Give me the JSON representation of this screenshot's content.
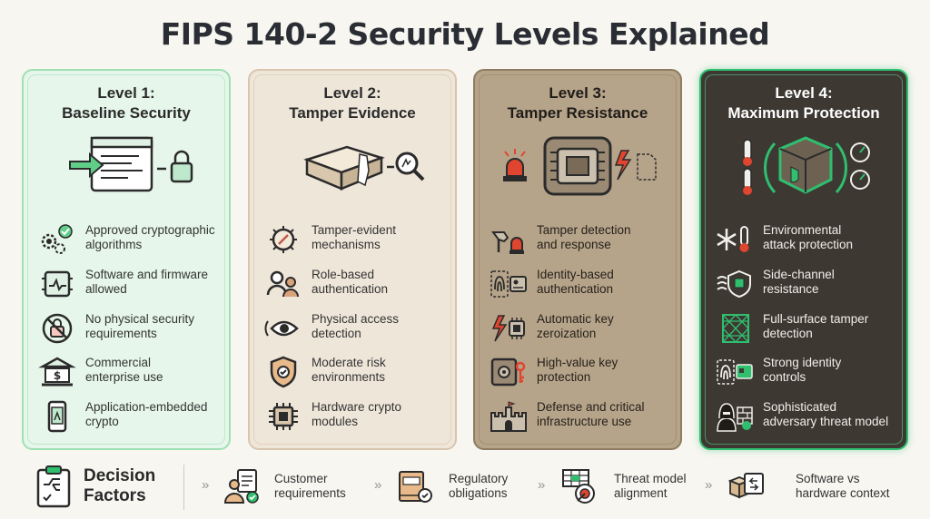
{
  "title": "FIPS 140-2 Security Levels Explained",
  "levels": [
    {
      "heading": "Level 1:",
      "subheading": "Baseline Security",
      "items": [
        {
          "text1": "Approved cryptographic",
          "text2": "algorithms",
          "icon": "gears-check-icon"
        },
        {
          "text1": "Software and firmware",
          "text2": "allowed",
          "icon": "chip-icon"
        },
        {
          "text1": "No physical security",
          "text2": "requirements",
          "icon": "no-lock-icon"
        },
        {
          "text1": "Commercial",
          "text2": "enterprise use",
          "icon": "bank-icon"
        },
        {
          "text1": "Application-embedded",
          "text2": "crypto",
          "icon": "phone-icon"
        }
      ]
    },
    {
      "heading": "Level 2:",
      "subheading": "Tamper Evidence",
      "items": [
        {
          "text1": "Tamper-evident",
          "text2": "mechanisms",
          "icon": "seal-icon"
        },
        {
          "text1": "Role-based",
          "text2": "authentication",
          "icon": "users-icon"
        },
        {
          "text1": "Physical access",
          "text2": "detection",
          "icon": "eye-icon"
        },
        {
          "text1": "Moderate risk",
          "text2": "environments",
          "icon": "shield-icon"
        },
        {
          "text1": "Hardware crypto",
          "text2": "modules",
          "icon": "hardware-chip-icon"
        }
      ]
    },
    {
      "heading": "Level 3:",
      "subheading": "Tamper Resistance",
      "items": [
        {
          "text1": "Tamper detection",
          "text2": "and response",
          "icon": "alarm-icon"
        },
        {
          "text1": "Identity-based",
          "text2": "authentication",
          "icon": "fingerprint-icon"
        },
        {
          "text1": "Automatic key",
          "text2": "zeroization",
          "icon": "key-zeroize-icon"
        },
        {
          "text1": "High-value key",
          "text2": "protection",
          "icon": "safe-icon"
        },
        {
          "text1": "Defense and critical",
          "text2": "infrastructure use",
          "icon": "castle-icon"
        }
      ]
    },
    {
      "heading": "Level 4:",
      "subheading": "Maximum Protection",
      "items": [
        {
          "text1": "Environmental",
          "text2": "attack protection",
          "icon": "snowflake-icon"
        },
        {
          "text1": "Side-channel",
          "text2": "resistance",
          "icon": "signal-chip-icon"
        },
        {
          "text1": "Full-surface tamper",
          "text2": "detection",
          "icon": "mesh-icon"
        },
        {
          "text1": "Strong identity",
          "text2": "controls",
          "icon": "identity-icon"
        },
        {
          "text1": "Sophisticated",
          "text2": "adversary threat model",
          "icon": "hacker-icon"
        }
      ]
    }
  ],
  "footer": {
    "label1": "Decision",
    "label2": "Factors",
    "items": [
      {
        "text1": "Customer",
        "text2": "requirements",
        "icon": "customer-icon"
      },
      {
        "text1": "Regulatory",
        "text2": "obligations",
        "icon": "law-book-icon"
      },
      {
        "text1": "Threat model",
        "text2": "alignment",
        "icon": "target-icon"
      },
      {
        "text1": "Software vs",
        "text2": "hardware context",
        "icon": "box-screen-icon"
      }
    ],
    "chevron": "»"
  },
  "colors": {
    "level1_bg": "#e6f6ea",
    "level2_bg": "#efe6da",
    "level3_bg": "#b6a48a",
    "level4_bg": "#3d3832",
    "accent_green": "#2fbf6f",
    "alert_red": "#e0452f"
  }
}
